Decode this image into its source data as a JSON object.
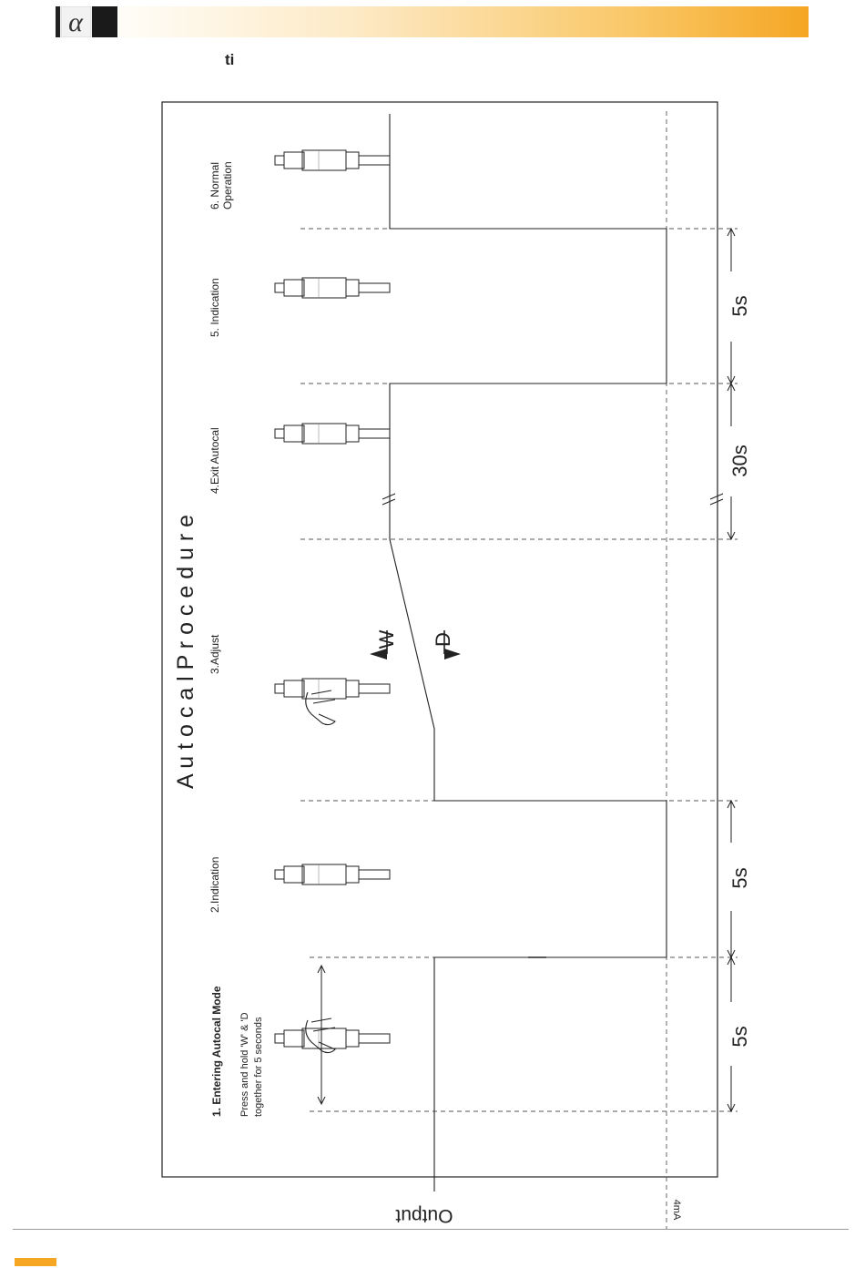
{
  "header": {
    "logo_letter": "α",
    "fragment": "ti"
  },
  "diagram": {
    "title": "A u t o c a l   P r o c e d u r e",
    "steps": [
      {
        "label": "1. Entering Autocal Mode",
        "sub1": "Press and hold 'W' & 'D",
        "sub2": "together for 5 seconds"
      },
      {
        "label": "2.Indication"
      },
      {
        "label": "3.Adjust"
      },
      {
        "label": "4.Exit Autocal"
      },
      {
        "label": "5. Indication"
      },
      {
        "label": "6. Normal",
        "label2": "Operation"
      }
    ],
    "arrows": {
      "w": "W",
      "d": "D"
    },
    "durations": [
      "5s",
      "5s",
      "30s",
      "5s"
    ],
    "axis": {
      "output": "Output",
      "baseline": "4mA"
    }
  },
  "colors": {
    "accent": "#f5a623",
    "line": "#222222"
  }
}
